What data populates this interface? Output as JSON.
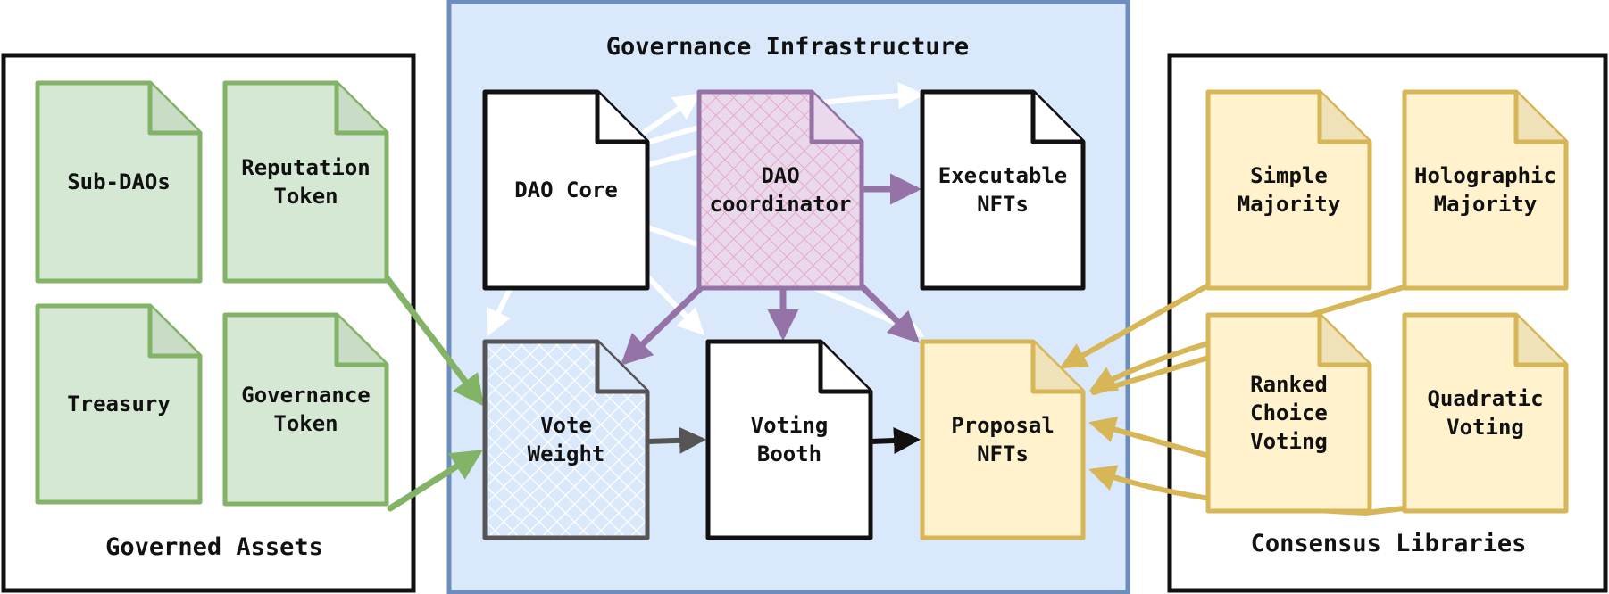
{
  "sections": {
    "governed_assets": {
      "title": "Governed Assets"
    },
    "governance_infrastructure": {
      "title": "Governance Infrastructure"
    },
    "consensus_libraries": {
      "title": "Consensus Libraries"
    }
  },
  "documents": {
    "sub_daos": {
      "lines": [
        "Sub-DAOs"
      ]
    },
    "reputation_token": {
      "lines": [
        "Reputation",
        "Token"
      ]
    },
    "treasury": {
      "lines": [
        "Treasury"
      ]
    },
    "governance_token": {
      "lines": [
        "Governance",
        "Token"
      ]
    },
    "dao_core": {
      "lines": [
        "DAO Core"
      ]
    },
    "dao_coordinator": {
      "lines": [
        "DAO",
        "coordinator"
      ]
    },
    "executable_nfts": {
      "lines": [
        "Executable",
        "NFTs"
      ]
    },
    "vote_weight": {
      "lines": [
        "Vote",
        "Weight"
      ]
    },
    "voting_booth": {
      "lines": [
        "Voting",
        "Booth"
      ]
    },
    "proposal_nfts": {
      "lines": [
        "Proposal",
        "NFTs"
      ]
    },
    "simple_majority": {
      "lines": [
        "Simple",
        "Majority"
      ]
    },
    "holographic_majority": {
      "lines": [
        "Holographic",
        "Majority"
      ]
    },
    "ranked_choice_voting": {
      "lines": [
        "Ranked",
        "Choice",
        "Voting"
      ]
    },
    "quadratic_voting": {
      "lines": [
        "Quadratic",
        "Voting"
      ]
    }
  },
  "colors": {
    "green_fill": "#d5e8d4",
    "green_stroke": "#82b366",
    "blue_fill": "#dae8fc",
    "blue_stroke": "#6c8ebf",
    "yellow_fill": "#fff2cc",
    "yellow_stroke": "#d6b656",
    "purple_fill": "#e1d5e7",
    "purple_stroke": "#9673a6",
    "white": "#ffffff",
    "dark": "#111111",
    "gray_stroke": "#555555"
  }
}
